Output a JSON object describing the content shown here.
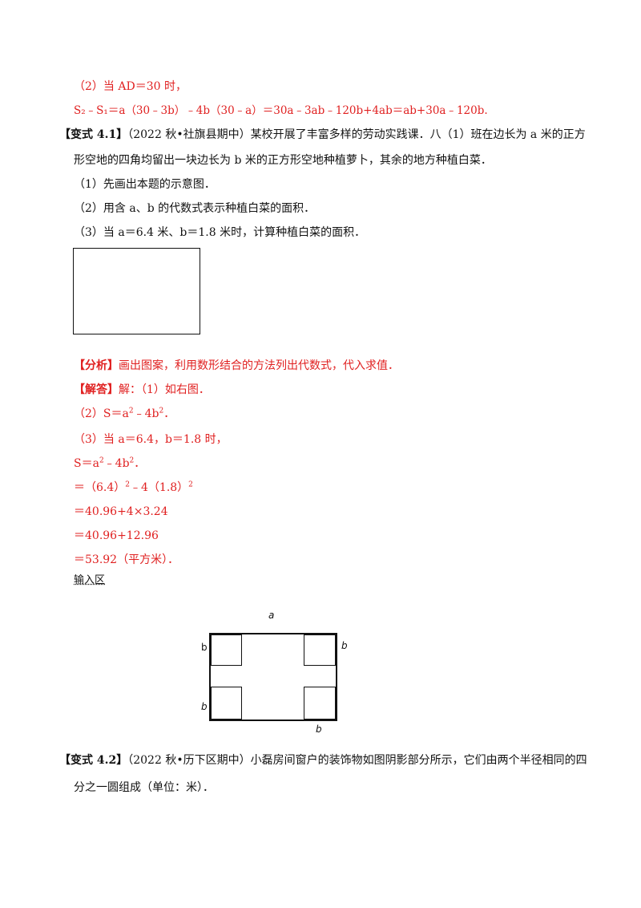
{
  "solution_prev": {
    "part2_condition": "（2）当 AD＝30 时，",
    "part2_formula": "S₂﹣S₁＝a（30﹣3b）﹣4b（30﹣a）＝30a﹣3ab﹣120b+4ab＝ab+30a﹣120b."
  },
  "problem_41": {
    "tag": "【变式 4.1】",
    "source": "（2022 秋•社旗县期中）",
    "text_line1": "某校开展了丰富多样的劳动实践课．八（1）班在边长为 a 米的正方",
    "text_line2": "形空地的四角均留出一块边长为 b 米的正方形空地种植萝卜，其余的地方种植白菜．",
    "q1": "（1）先画出本题的示意图．",
    "q2": "（2）用含 a、b 的代数式表示种植白菜的面积．",
    "q3": "（3）当 a＝6.4 米、b＝1.8 米时，计算种植白菜的面积．"
  },
  "analysis": {
    "tag": "【分析】",
    "text": "画出图案，利用数形结合的方法列出代数式，代入求值．"
  },
  "answer": {
    "tag": "【解答】",
    "text": "解：（1）如右图．",
    "step2_a": "（2）S＝a",
    "step2_b": "﹣4b",
    "step2_c": "．",
    "step3": "（3）当 a＝6.4，b＝1.8 时，",
    "eq1_a": "S＝a",
    "eq1_b": "﹣4b",
    "eq1_c": "．",
    "eq2_a": "＝（6.4）",
    "eq2_b": "﹣4（1.8）",
    "eq3": "＝40.96+4×3.24",
    "eq4": "＝40.96+12.96",
    "eq5": "＝53.92（平方米）．",
    "sup2": "2"
  },
  "input_area_label": "输入区",
  "figure": {
    "label_top": "a",
    "label_left_top": "b",
    "label_left_bottom": "b",
    "label_right_top": "b",
    "label_bottom": "b"
  },
  "problem_42": {
    "tag": "【变式 4.2】",
    "source": "（2022 秋•历下区期中）",
    "text_line1": "小磊房间窗户的装饰物如图阴影部分所示，它们由两个半径相同的四",
    "text_line2": "分之一圆组成（单位：米）．"
  }
}
